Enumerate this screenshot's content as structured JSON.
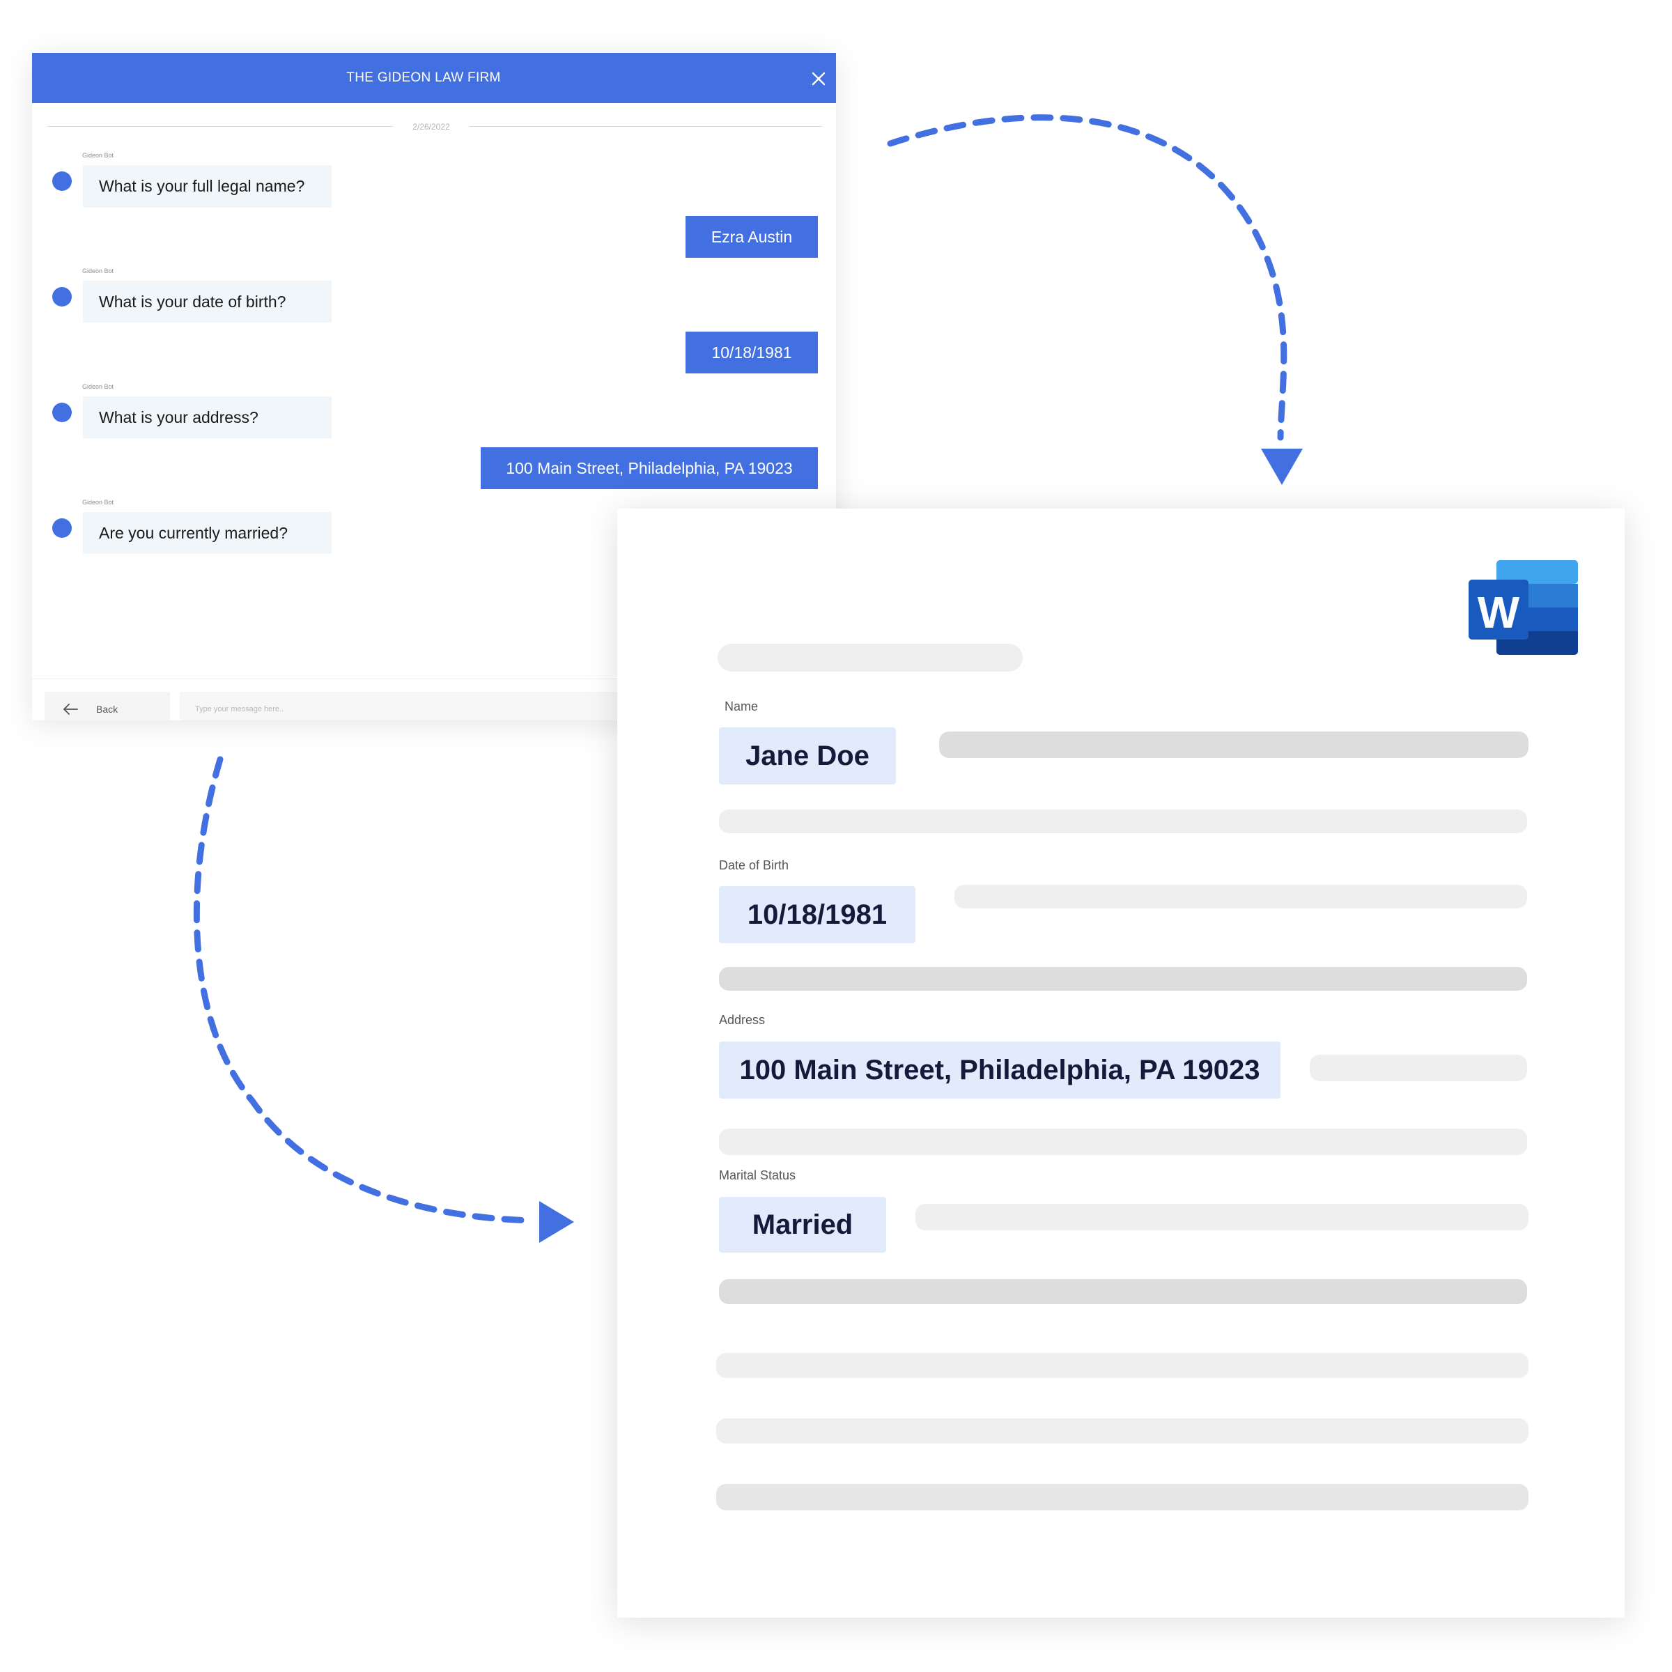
{
  "chat": {
    "title": "THE GIDEON LAW FIRM",
    "date": "2/26/2022",
    "messages": [
      {
        "bot_name": "Gideon Bot",
        "question": "What is your full legal name?",
        "answer": "Ezra Austin"
      },
      {
        "bot_name": "Gideon Bot",
        "question": "What is your date of birth?",
        "answer": "10/18/1981"
      },
      {
        "bot_name": "Gideon Bot",
        "question": "What is your address?",
        "answer": "100 Main Street, Philadelphia, PA 19023"
      },
      {
        "bot_name": "Gideon Bot",
        "question": "Are you currently married?",
        "answer": ""
      }
    ],
    "back_label": "Back",
    "input_placeholder": "Type your message here..",
    "accent_color": "#4270E0"
  },
  "document": {
    "app_icon": "microsoft-word-icon",
    "logo_letter": "W",
    "fields": [
      {
        "label": "Name",
        "value": "Jane Doe"
      },
      {
        "label": "Date of Birth",
        "value": "10/18/1981"
      },
      {
        "label": "Address",
        "value": "100 Main Street, Philadelphia, PA 19023"
      },
      {
        "label": "Marital Status",
        "value": "Married"
      }
    ],
    "highlight_color": "#E2EBFC"
  },
  "icons": {
    "close": "close-icon",
    "back": "back-arrow-icon",
    "flow": "dashed-arrow-icon"
  }
}
